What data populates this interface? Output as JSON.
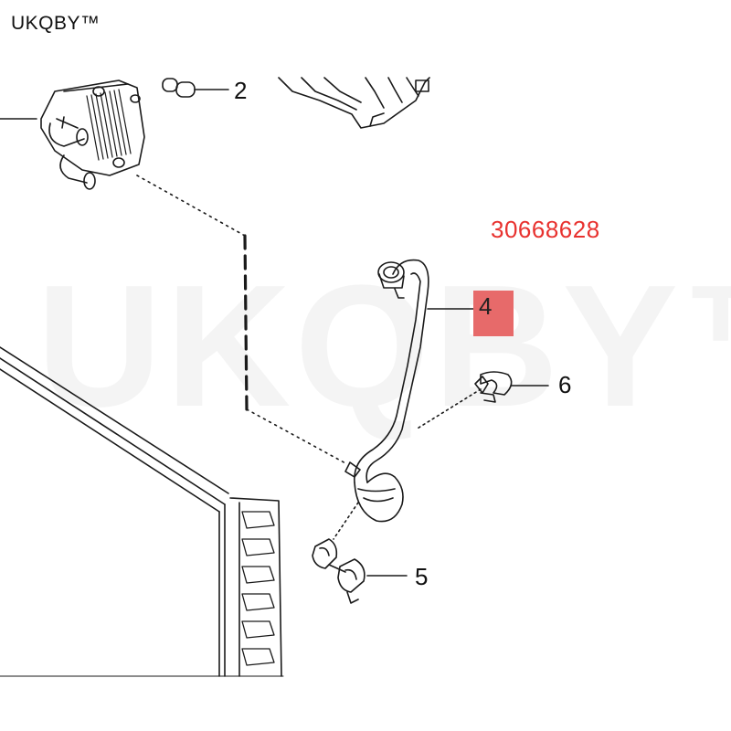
{
  "brand": {
    "text": "UKQBY™"
  },
  "watermark": {
    "text": "UKQBY™"
  },
  "part_number": {
    "text": "30668628",
    "color": "#e8322f"
  },
  "callouts": {
    "c2": "2",
    "c4": "4",
    "c5": "5",
    "c6": "6"
  },
  "highlight": {
    "color": "#e76a6a"
  }
}
